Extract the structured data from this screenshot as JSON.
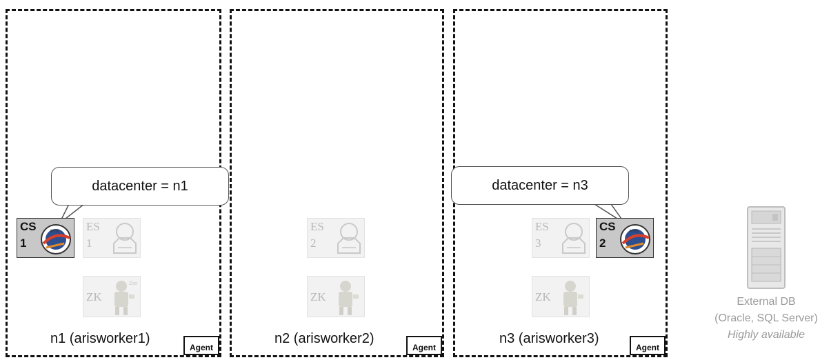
{
  "nodes": [
    {
      "label": "n1 (arisworker1)",
      "agent": "Agent"
    },
    {
      "label": "n2 (arisworker2)",
      "agent": "Agent"
    },
    {
      "label": "n3 (arisworker3)",
      "agent": "Agent"
    }
  ],
  "callouts": [
    {
      "text": "datacenter = n1"
    },
    {
      "text": "datacenter = n3"
    }
  ],
  "components": {
    "cs1": {
      "name": "CS",
      "num": "1"
    },
    "es1": {
      "name": "ES",
      "num": "1"
    },
    "zk1": {
      "name": "ZK"
    },
    "es2": {
      "name": "ES",
      "num": "2"
    },
    "zk2": {
      "name": "ZK"
    },
    "es3": {
      "name": "ES",
      "num": "3"
    },
    "cs2": {
      "name": "CS",
      "num": "2"
    },
    "zk3": {
      "name": "ZK"
    }
  },
  "external_db": {
    "line1": "External DB",
    "line2": "(Oracle, SQL Server)",
    "line3": "Highly available"
  },
  "icons": [
    "server-icon",
    "elasticsearch-icon",
    "zookeeper-icon",
    "cloudsearch-badge-icon"
  ],
  "colors": {
    "border": "#111111",
    "cs_fill": "#c8c8c8",
    "faded_text": "#b8b8b8",
    "db_text": "#9a9a9a"
  }
}
